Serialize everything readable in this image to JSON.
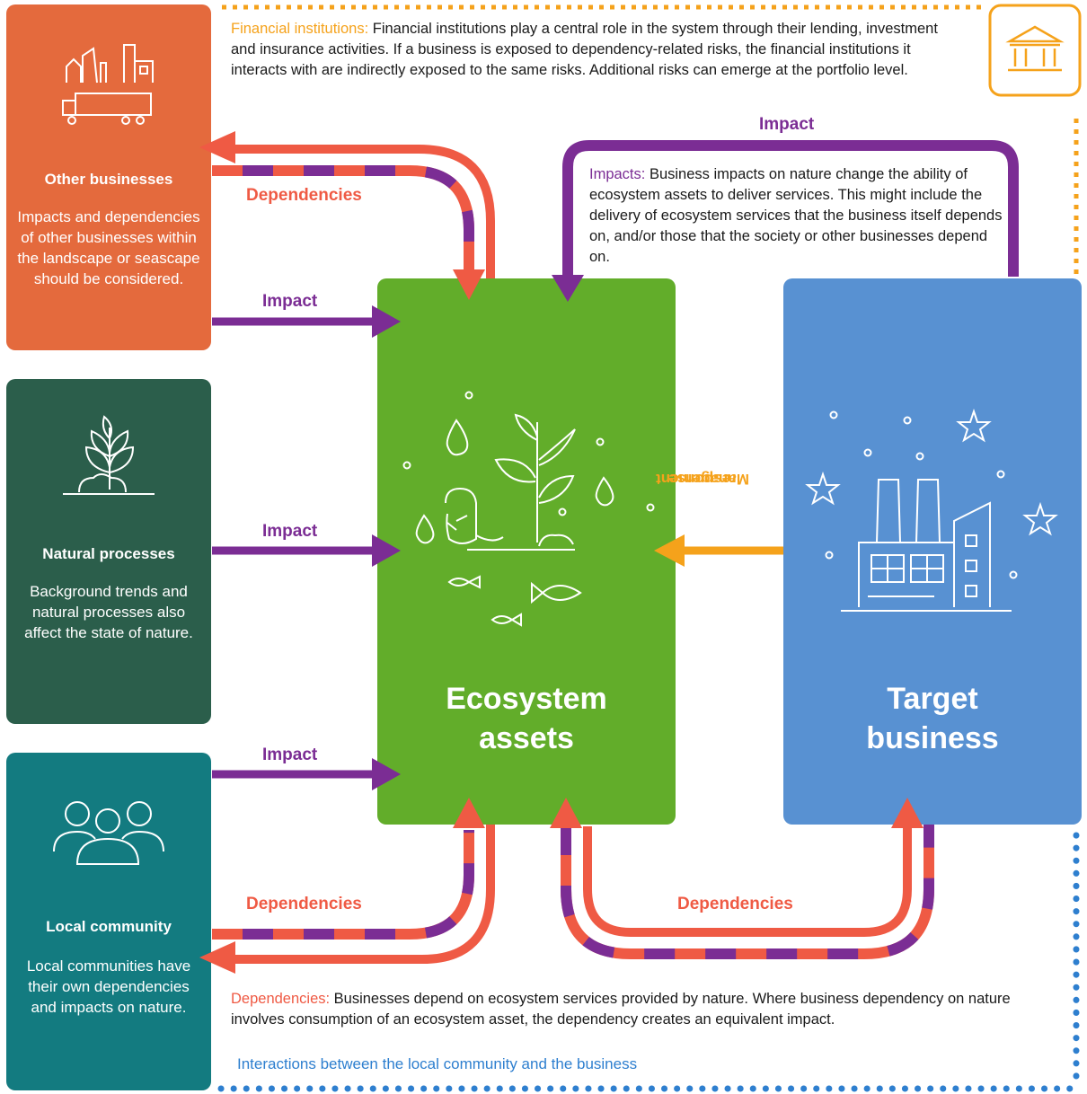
{
  "colors": {
    "orange_box": "#e46a3d",
    "darkgreen_box": "#2b5e4b",
    "teal_box": "#137b80",
    "green_box": "#62ad2a",
    "blue_box": "#5891d2",
    "purple": "#7b2d94",
    "red": "#ef5a44",
    "amber": "#f5a21b",
    "dot_blue": "#2e7fcf"
  },
  "other_businesses": {
    "title": "Other businesses",
    "description": "Impacts and dependencies of other businesses within the landscape or seascape should be considered.",
    "icon": "industry-transport-icon"
  },
  "natural_processes": {
    "title": "Natural processes",
    "description": "Background trends and natural processes also affect the state of nature.",
    "icon": "plant-sprout-icon"
  },
  "local_community": {
    "title": "Local community",
    "description": "Local communities have their own dependencies and impacts on nature.",
    "icon": "people-group-icon"
  },
  "ecosystem_assets": {
    "title_line1": "Ecosystem",
    "title_line2": "assets",
    "icon": "beaver-plant-fish-icon"
  },
  "target_business": {
    "title_line1": "Target",
    "title_line2": "business",
    "icon": "factory-icon"
  },
  "financial": {
    "keyword": "Financial institutions:",
    "text": " Financial institutions play a central role in the system through their lending, investment and insurance activities. If a business is exposed to dependency-related risks, the financial institutions it interacts with are indirectly exposed to the same risks. Additional risks can emerge at the portfolio level.",
    "icon": "bank-building-icon"
  },
  "impacts_note": {
    "keyword": "Impacts:",
    "text": " Business impacts on nature change the ability of ecosystem assets to deliver services. This might include the delivery of ecosystem services that the business itself depends on, and/or those that the society or other businesses depend on."
  },
  "dependencies_note": {
    "keyword": "Dependencies:",
    "text": " Businesses depend on ecosystem services provided by nature. Where business dependency on nature involves consumption of an ecosystem asset, the dependency creates an equivalent impact."
  },
  "labels": {
    "impact_top": "Impact",
    "impact_other": "Impact",
    "impact_natural": "Impact",
    "impact_local": "Impact",
    "dependencies_other": "Dependencies",
    "dependencies_local": "Dependencies",
    "dependencies_target": "Dependencies",
    "management_line1": "Management",
    "management_line2": "response"
  },
  "footer": "Interactions between the local community and the business"
}
